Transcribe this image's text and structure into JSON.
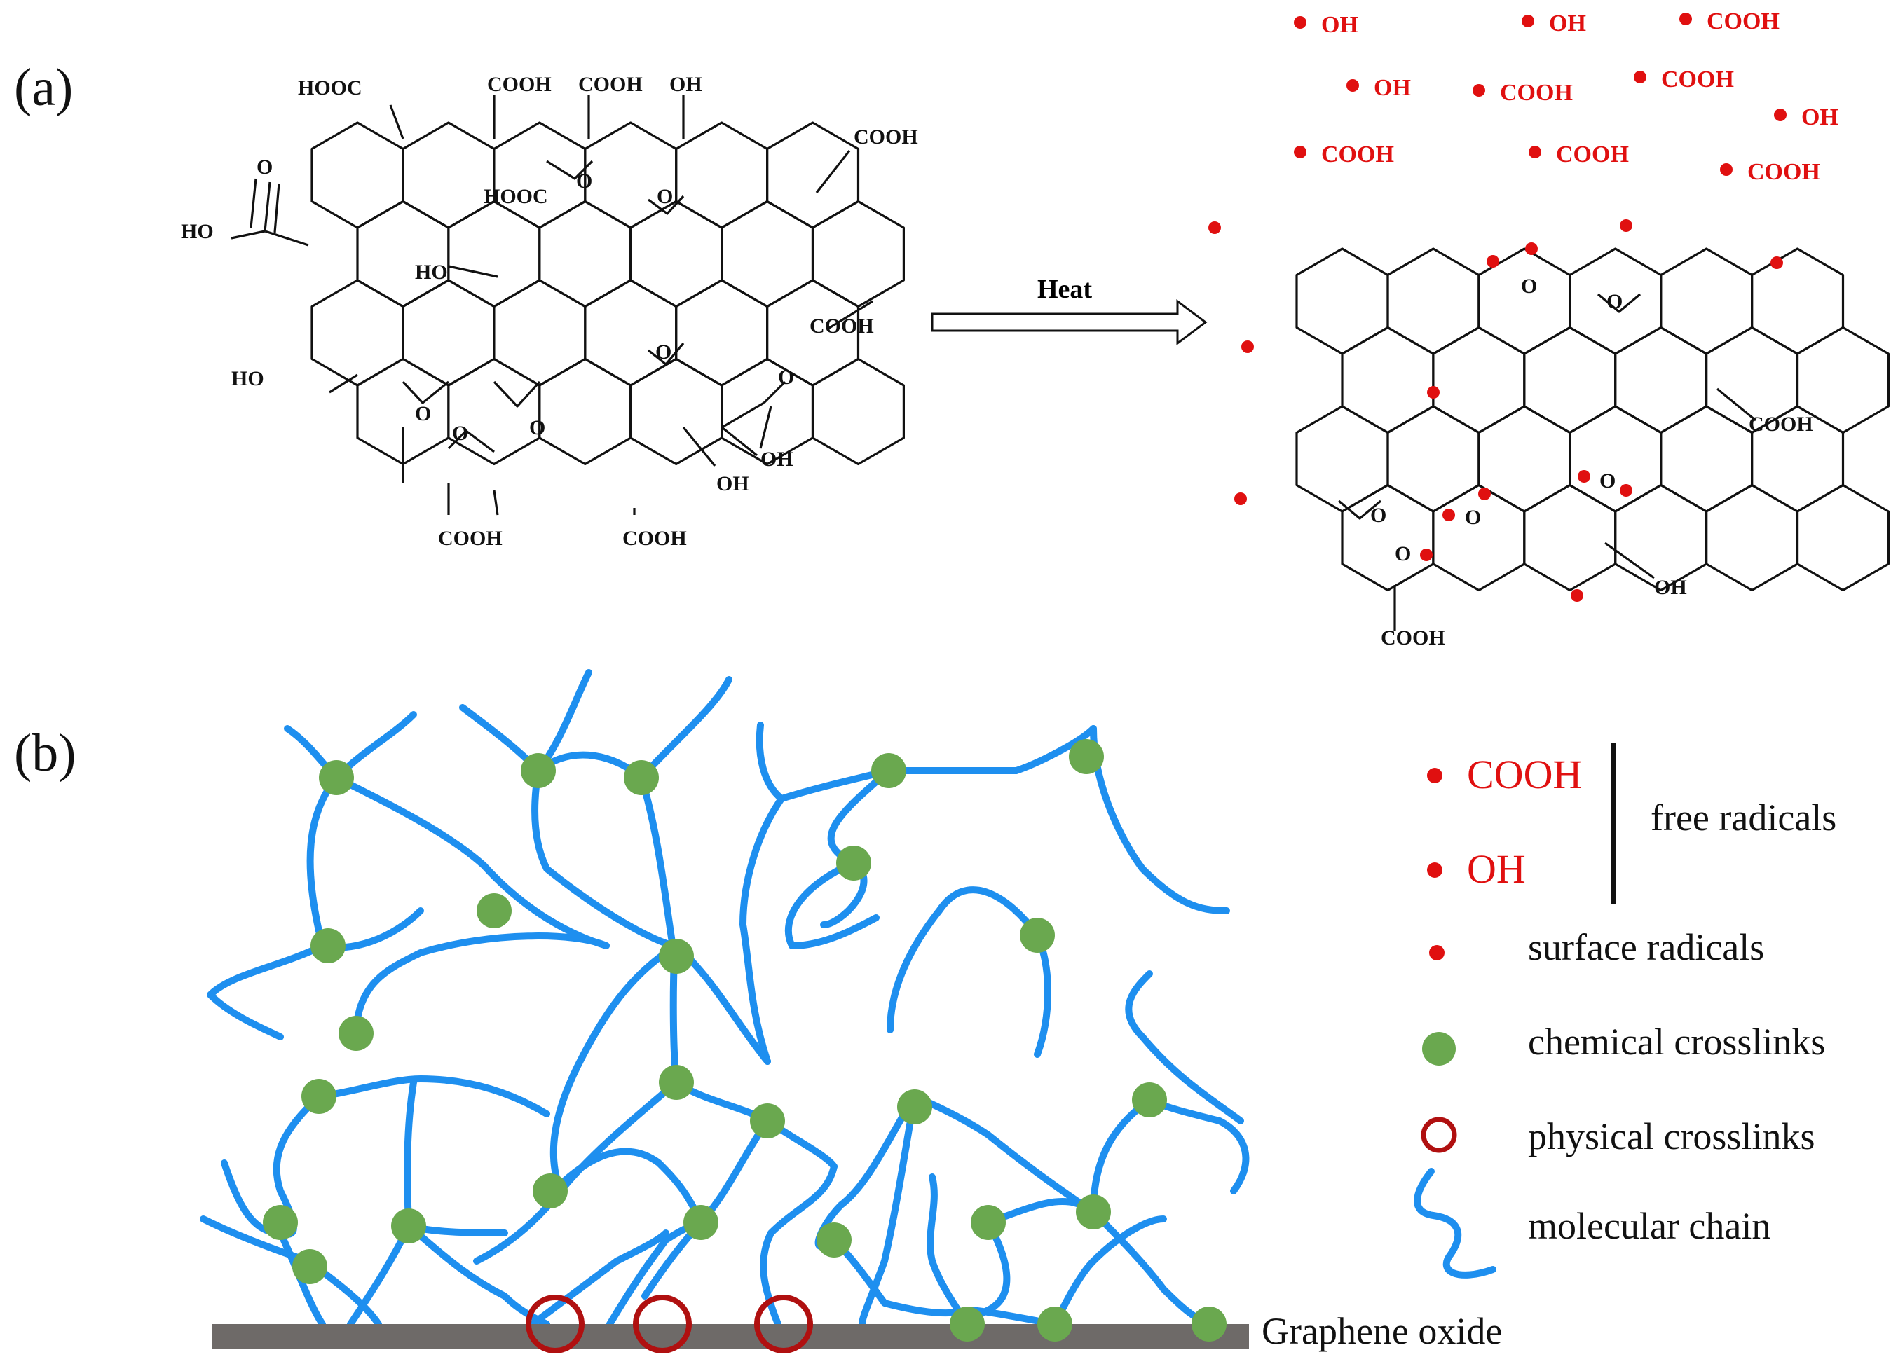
{
  "panels": {
    "a": "(a)",
    "b": "(b)"
  },
  "arrow": {
    "label": "Heat"
  },
  "go_groups": {
    "hooc_top": "HOOC",
    "cooh_top_1": "COOH",
    "cooh_top_2": "COOH",
    "oh_top": "OH",
    "cooh_right_top": "COOH",
    "hooc_inner": "HOOC",
    "ho_left": "HO",
    "ho_inner": "HO",
    "cooh_right_mid": "COOH",
    "ho_lower_left": "HO",
    "oh_lower_right": "OH",
    "cooh_bottom_1": "COOH",
    "cooh_bottom_2": "COOH",
    "o_left": "O",
    "o_right": "O",
    "epox_o1": "O",
    "epox_o2": "O",
    "epox_o3": "O",
    "epox_o4": "O",
    "epox_o5": "O",
    "epox_o6": "O"
  },
  "free_radicals_a": [
    "OH",
    "OH",
    "COOH",
    "OH",
    "COOH",
    "COOH",
    "OH",
    "COOH",
    "COOH",
    "COOH"
  ],
  "rgo_groups": {
    "o_1": "O",
    "o_2": "O",
    "o_3": "O",
    "o_4": "O",
    "o_5": "O",
    "o_6": "O",
    "cooh_right": "COOH",
    "oh_bottom": "OH",
    "cooh_bottom": "COOH"
  },
  "legend": {
    "cooh": "COOH",
    "oh": "OH",
    "free_radicals": "free radicals",
    "surface_radicals": "surface radicals",
    "chemical_crosslinks": "chemical crosslinks",
    "physical_crosslinks": "physical crosslinks",
    "molecular_chain": "molecular chain",
    "substrate": "Graphene oxide"
  },
  "colors": {
    "radical_red": "#e01010",
    "chain_blue": "#1e8fef",
    "crosslink_green": "#6aa84f",
    "physical_ring": "#b01010",
    "substrate_gray": "#6e6a68"
  }
}
